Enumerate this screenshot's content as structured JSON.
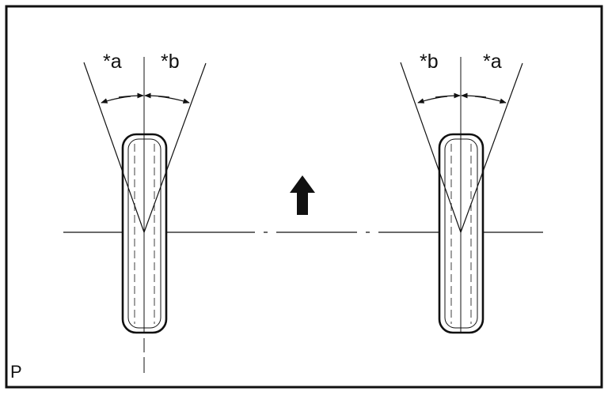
{
  "labels": {
    "left_a": "*a",
    "left_b": "*b",
    "right_b": "*b",
    "right_a": "*a",
    "corner": "P"
  },
  "colors": {
    "line": "#111111",
    "border": "#111111",
    "background": "#ffffff"
  },
  "icons": {
    "direction": "arrow-up-icon"
  }
}
